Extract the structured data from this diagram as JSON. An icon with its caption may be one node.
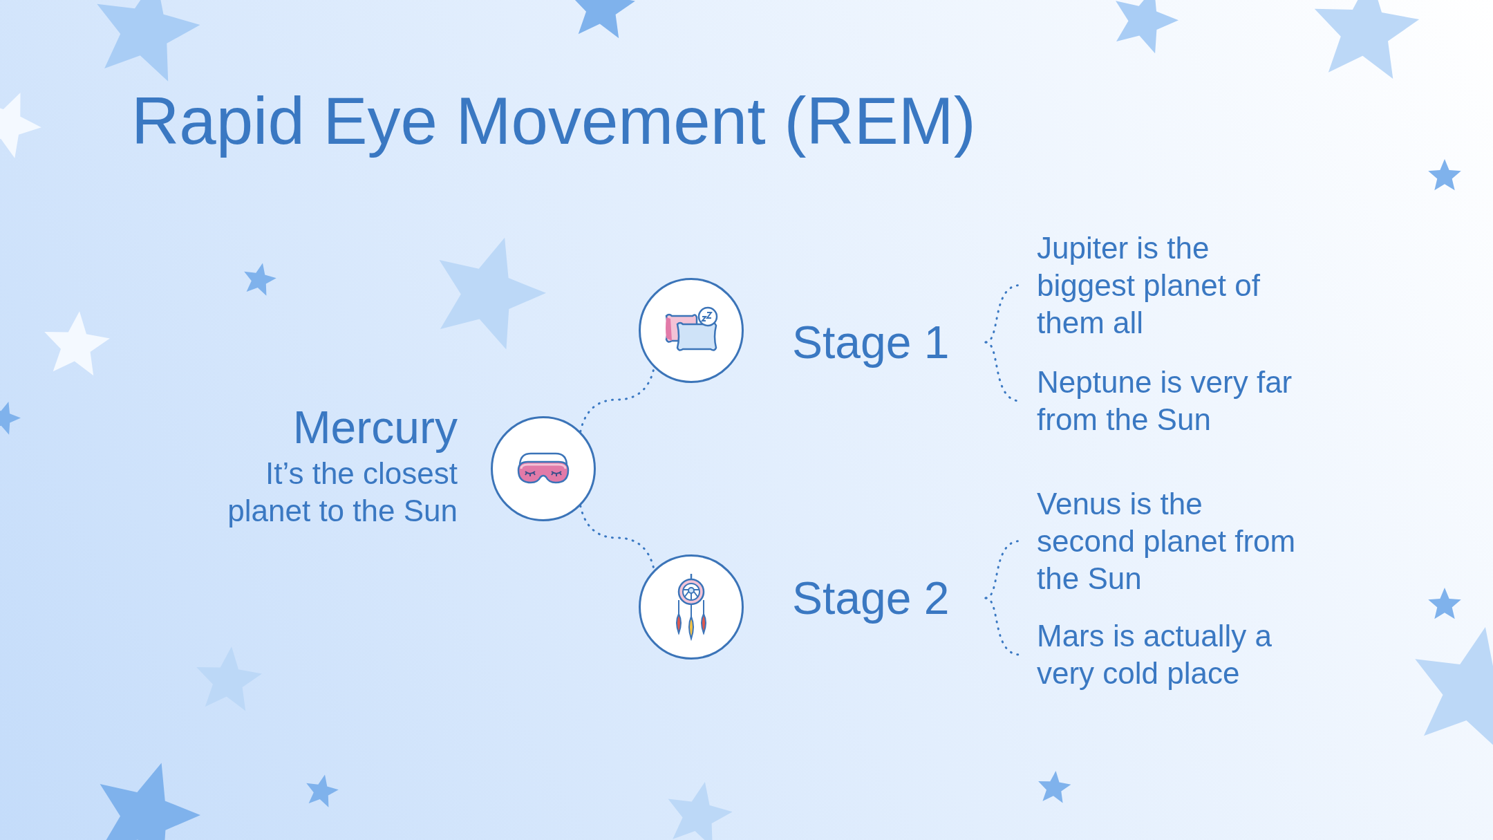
{
  "diagram": {
    "title": "Rapid Eye Movement (REM)",
    "nodes": [
      {
        "text": [],
        "shape": "circle"
      },
      {
        "text": [],
        "shape": "circle",
        "beside": [
          "Mercury",
          "It’s the closest planet to the Sun"
        ]
      },
      {
        "text": [],
        "shape": "circle"
      },
      {
        "text": [
          "Stage 1"
        ]
      },
      {
        "text": [
          "Jupiter is the biggest planet of them all"
        ]
      },
      {
        "text": [
          "Neptune is very far from the Sun"
        ]
      },
      {
        "text": [
          "Stage 2"
        ]
      },
      {
        "text": [
          "Venus is the second planet from the Sun"
        ]
      },
      {
        "text": [
          "Mars is actually a very cold place"
        ]
      }
    ],
    "edges": [
      {
        "from": 1,
        "to": 0,
        "arrow": "none",
        "style": "dashed"
      },
      {
        "from": 1,
        "to": 2,
        "arrow": "none",
        "style": "dashed"
      },
      {
        "from": 3,
        "to": 4,
        "arrow": "none",
        "style": "dashed"
      },
      {
        "from": 3,
        "to": 5,
        "arrow": "none",
        "style": "dashed"
      },
      {
        "from": 6,
        "to": 7,
        "arrow": "none",
        "style": "dashed"
      },
      {
        "from": 6,
        "to": 8,
        "arrow": "none",
        "style": "dashed"
      }
    ]
  }
}
